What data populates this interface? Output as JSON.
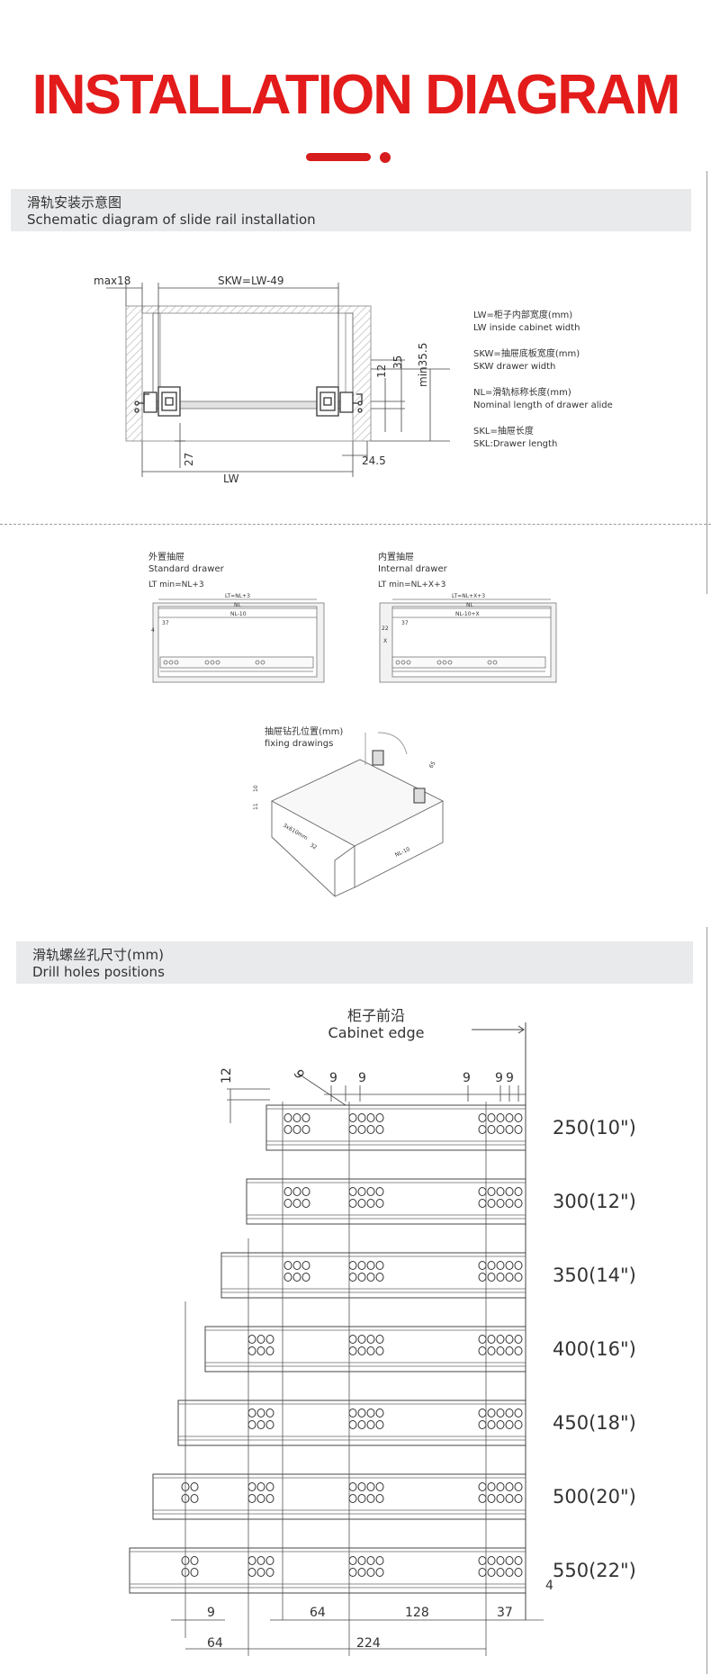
{
  "title": "INSTALLATION DIAGRAM",
  "accent_color": "#e31b1b",
  "section1": {
    "heading_cn": "滑轨安装示意图",
    "heading_en": "Schematic diagram of slide rail installation",
    "dim_max18": "max18",
    "dim_skw": "SKW=LW-49",
    "dim_12": "12",
    "dim_35": "35",
    "dim_min355": "min35.5",
    "dim_27": "27",
    "dim_245": "24.5",
    "dim_lw": "LW",
    "legend": [
      {
        "cn": "LW=柜子内部宽度(mm)",
        "en": "LW inside cabinet width"
      },
      {
        "cn": "SKW=抽屉底板宽度(mm)",
        "en": "SKW drawer width"
      },
      {
        "cn": "NL=滑轨标称长度(mm)",
        "en": "Nominal length of drawer alide"
      },
      {
        "cn": "SKL=抽屉长度",
        "en": "SKL:Drawer length"
      }
    ]
  },
  "section2": {
    "standard_cn": "外置抽屉",
    "standard_en": "Standard drawer",
    "standard_lt": "LT min=NL+3",
    "standard_dims": {
      "lt": "LT=NL+3",
      "nl": "NL",
      "nl10": "NL-10",
      "d37": "37",
      "d4": "4"
    },
    "internal_cn": "内置抽屉",
    "internal_en": "Internal drawer",
    "internal_lt": "LT min=NL+X+3",
    "internal_dims": {
      "lt": "LT=NL+X+3",
      "nl": "NL",
      "nl10": "NL-10+X",
      "x": "X",
      "d37": "37",
      "d22": "22"
    },
    "fixing_cn": "抽屉钻孔位置(mm)",
    "fixing_en": "fixing drawings",
    "fixing_dims": {
      "d10": "10",
      "d11": "11",
      "hole": "3x610mm",
      "d32": "32",
      "nl10": "NL-10",
      "d65": "65"
    }
  },
  "section3": {
    "heading_cn": "滑轨螺丝孔尺寸(mm)",
    "heading_en": "Drill holes positions",
    "cabinet_cn": "柜子前沿",
    "cabinet_en": "Cabinet edge",
    "top_dims": [
      "12",
      "9",
      "9",
      "9",
      "9",
      "9",
      "9"
    ],
    "rails": [
      "250(10\")",
      "300(12\")",
      "350(14\")",
      "400(16\")",
      "450(18\")",
      "500(20\")",
      "550(22\")"
    ],
    "bottom_dims_row1": [
      "9",
      "64",
      "128",
      "37",
      "4"
    ],
    "bottom_dims_row2": [
      "64",
      "224"
    ]
  }
}
